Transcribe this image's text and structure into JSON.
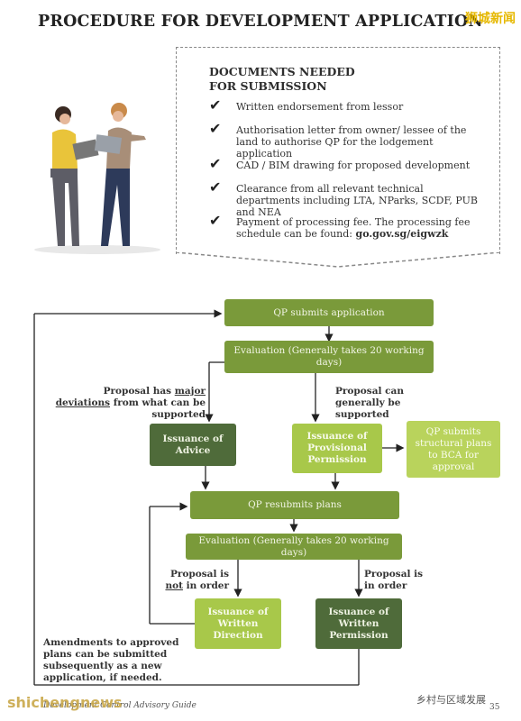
{
  "header": {
    "title": "PROCEDURE FOR DEVELOPMENT APPLICATION",
    "watermark": "狮城新闻"
  },
  "documents": {
    "heading_line1": "DOCUMENTS NEEDED",
    "heading_line2": "FOR SUBMISSION",
    "items": [
      {
        "text": "Written endorsement from lessor"
      },
      {
        "text": "Authorisation letter from owner/ lessee of the land to authorise QP for the lodgement application"
      },
      {
        "text": "CAD / BIM drawing for proposed development"
      },
      {
        "text": "Clearance from all relevant technical departments including LTA, NParks, SCDF, PUB and NEA"
      },
      {
        "text": "Payment of processing fee. The processing fee schedule can be found: ",
        "link": "go.gov.sg/eigwzk"
      }
    ]
  },
  "flow": {
    "qp_submits": "QP submits application",
    "evaluation1": "Evaluation (Generally takes 20 working days)",
    "label_major_1": "Proposal has ",
    "label_major_u": "major deviations",
    "label_major_2": "from what can be supported",
    "label_generally": "Proposal can generally be supported",
    "advice": "Issuance of Advice",
    "provisional": "Issuance of Provisional Permission",
    "bca": "QP submits structural plans to BCA for approval",
    "resubmits": "QP resubmits plans",
    "evaluation2": "Evaluation (Generally takes 20 working days)",
    "label_not_1": "Proposal is",
    "label_not_u": "not",
    "label_not_2": " in order",
    "label_inorder": "Proposal is in order",
    "written_direction": "Issuance of Written Direction",
    "written_permission": "Issuance of Written Permission",
    "amendments": "Amendments to approved plans can be submitted subsequently as a new application, if needed."
  },
  "footer": {
    "guide": "Development Control Advisory Guide",
    "watermark_left": "shichengnews",
    "watermark_right": "乡村与区域发展",
    "page": "35"
  },
  "colors": {
    "green_mid": "#7a9a3a",
    "green_dark": "#4f6b3a",
    "green_light": "#a8c84a",
    "green_pale": "#b9d35c"
  }
}
